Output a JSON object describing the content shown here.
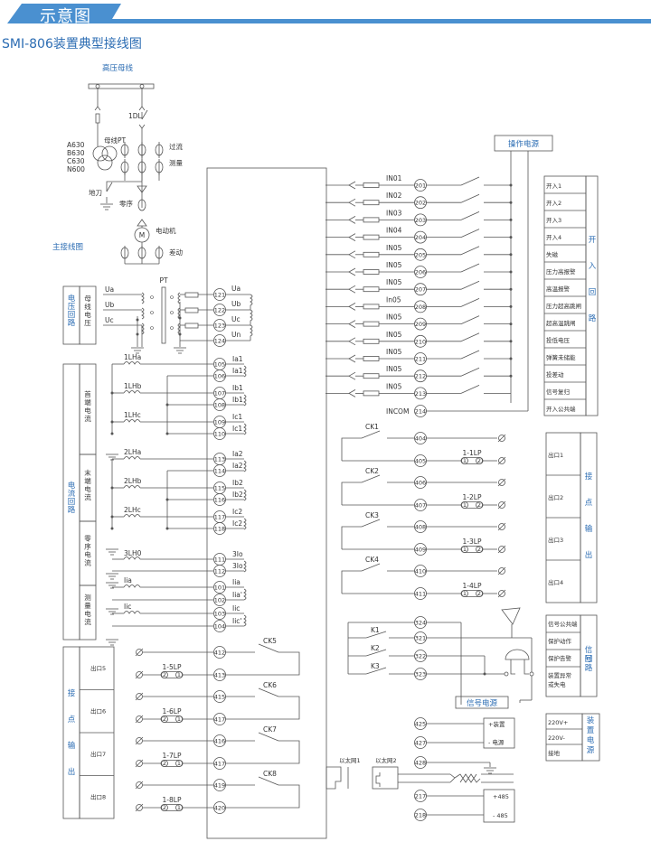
{
  "header": {
    "section_title": "示意图",
    "doc_title": "SMI-806装置典型接线图",
    "accent_color": "#4a90d0",
    "text_blue": "#2b6cb3"
  },
  "primary": {
    "bus_title": "高压母线",
    "main_title": "主接线图",
    "breaker": "1DL",
    "bus_pt": "母线PT",
    "pt_ratings": [
      "A630",
      "B630",
      "C630",
      "N600"
    ],
    "overcurrent": "过流",
    "measure": "测量",
    "earth_switch": "地刀",
    "zero_seq": "零序",
    "motor_symbol": "M",
    "motor": "电动机",
    "differential": "差动"
  },
  "voltage": {
    "group_label": "电压回路",
    "sub_label": "母线电压",
    "pt_label": "PT",
    "inputs": [
      "Ua",
      "Ub",
      "Uc"
    ],
    "terminals": [
      {
        "no": "121",
        "label": "Ua"
      },
      {
        "no": "122",
        "label": "Ub"
      },
      {
        "no": "123",
        "label": "Uc"
      },
      {
        "no": "124",
        "label": "Un"
      }
    ]
  },
  "current": {
    "group_label": "电流回路",
    "sections": [
      {
        "label": "首端电流",
        "cts": [
          "1LHa",
          "1LHb",
          "1LHc"
        ],
        "terminals": [
          {
            "no": "105",
            "label": "Ia1"
          },
          {
            "no": "106",
            "label": "Ia1"
          },
          {
            "no": "107",
            "label": "Ib1"
          },
          {
            "no": "108",
            "label": "Ib1"
          },
          {
            "no": "109",
            "label": "Ic1"
          },
          {
            "no": "110",
            "label": "Ic1"
          }
        ]
      },
      {
        "label": "末端电流",
        "cts": [
          "2LHa",
          "2LHb",
          "2LHc"
        ],
        "terminals": [
          {
            "no": "113",
            "label": "Ia2"
          },
          {
            "no": "114",
            "label": "Ia2"
          },
          {
            "no": "115",
            "label": "Ib2"
          },
          {
            "no": "116",
            "label": "Ib2"
          },
          {
            "no": "117",
            "label": "Ic2"
          },
          {
            "no": "118",
            "label": "Ic2"
          }
        ]
      },
      {
        "label": "零序电流",
        "cts": [
          "3LH0"
        ],
        "terminals": [
          {
            "no": "111",
            "label": "3Io"
          },
          {
            "no": "112",
            "label": "3Io"
          }
        ]
      },
      {
        "label": "测量电流",
        "cts": [
          "Iia",
          "Iic"
        ],
        "terminals": [
          {
            "no": "101",
            "label": "Iia"
          },
          {
            "no": "102",
            "label": "Iia'"
          },
          {
            "no": "103",
            "label": "Iic"
          },
          {
            "no": "104",
            "label": "Iic'"
          }
        ]
      }
    ]
  },
  "binary_inputs": {
    "power_label": "操作电源",
    "group_label": "开入回路",
    "rows": [
      {
        "name": "IN01",
        "no": "201",
        "desc": "开入1"
      },
      {
        "name": "IN02",
        "no": "202",
        "desc": "开入2"
      },
      {
        "name": "IN03",
        "no": "203",
        "desc": "开入3"
      },
      {
        "name": "IN04",
        "no": "204",
        "desc": "开入4"
      },
      {
        "name": "IN05",
        "no": "205",
        "desc": "失磁"
      },
      {
        "name": "IN05",
        "no": "206",
        "desc": "压力高报警"
      },
      {
        "name": "IN05",
        "no": "207",
        "desc": "高温报警"
      },
      {
        "name": "In05",
        "no": "208",
        "desc": "压力超高跳闸"
      },
      {
        "name": "IN05",
        "no": "209",
        "desc": "超高温跳闸"
      },
      {
        "name": "IN05",
        "no": "210",
        "desc": "投低电压"
      },
      {
        "name": "IN05",
        "no": "211",
        "desc": "弹簧未储能"
      },
      {
        "name": "IN05",
        "no": "212",
        "desc": "投差动"
      },
      {
        "name": "IN05",
        "no": "213",
        "desc": "信号复归"
      }
    ],
    "common": {
      "name": "INCOM",
      "no": "214",
      "desc": "开入公共端"
    }
  },
  "outputs_right": {
    "group_label": "接点输出",
    "items": [
      {
        "ck": "CK1",
        "nos": [
          "404",
          "405"
        ],
        "lp": "1-1LP",
        "desc": "出口1"
      },
      {
        "ck": "CK2",
        "nos": [
          "406",
          "407"
        ],
        "lp": "1-2LP",
        "desc": "出口2"
      },
      {
        "ck": "CK3",
        "nos": [
          "408",
          "409"
        ],
        "lp": "1-3LP",
        "desc": "出口3"
      },
      {
        "ck": "CK4",
        "nos": [
          "410",
          "411"
        ],
        "lp": "1-4LP",
        "desc": "出口4"
      }
    ]
  },
  "outputs_left": {
    "group_label": "接点输出",
    "items": [
      {
        "ck": "CK5",
        "nos": [
          "412",
          "413"
        ],
        "lp": "1-5LP",
        "desc": "出口5"
      },
      {
        "ck": "CK6",
        "nos": [
          "415",
          "417"
        ],
        "lp": "1-6LP",
        "desc": "出口6"
      },
      {
        "ck": "CK7",
        "nos": [
          "416",
          "417"
        ],
        "lp": "1-7LP",
        "desc": "出口7"
      },
      {
        "ck": "CK8",
        "nos": [
          "419",
          "420"
        ],
        "lp": "1-8LP",
        "desc": "出口8"
      }
    ],
    "lp_pins": [
      "2",
      "1"
    ]
  },
  "signal": {
    "group_label": "信号回路",
    "power_label": "信号电源",
    "terminals": [
      {
        "no": "324",
        "k": ""
      },
      {
        "no": "321",
        "k": "K1"
      },
      {
        "no": "322",
        "k": "K2"
      },
      {
        "no": "323",
        "k": "K3"
      }
    ],
    "descs": [
      "信号公共端",
      "保护动作",
      "保护告警",
      "装置异常\n或失电"
    ]
  },
  "power": {
    "group_label": "装置电源",
    "terminals": [
      {
        "no": "425",
        "label": "+装置"
      },
      {
        "no": "427",
        "label": "- 电源"
      },
      {
        "no": "428",
        "label": ""
      }
    ],
    "descs": [
      "220V+",
      "220V-",
      "接地"
    ]
  },
  "comm": {
    "eth1": "以太网1",
    "eth2": "以太网2",
    "terminals": [
      {
        "no": "217",
        "label": "+485"
      },
      {
        "no": "218",
        "label": "- 485"
      }
    ]
  },
  "lp_pins_right": [
    "1",
    "2"
  ]
}
